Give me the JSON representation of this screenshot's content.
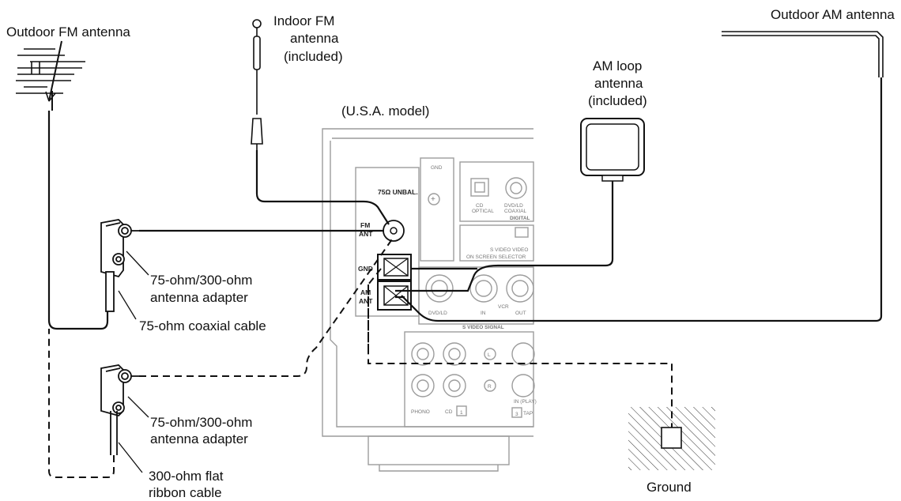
{
  "labels": {
    "outdoor_fm": "Outdoor FM antenna",
    "indoor_fm_1": "Indoor FM",
    "indoor_fm_2": "antenna",
    "indoor_fm_3": "(included)",
    "usa_model": "(U.S.A. model)",
    "am_loop_1": "AM loop",
    "am_loop_2": "antenna",
    "am_loop_3": "(included)",
    "outdoor_am": "Outdoor AM antenna",
    "adapter_top_1": "75-ohm/300-ohm",
    "adapter_top_2": "antenna adapter",
    "coax": "75-ohm coaxial cable",
    "adapter_bottom_1": "75-ohm/300-ohm",
    "adapter_bottom_2": "antenna adapter",
    "ribbon_1": "300-ohm flat",
    "ribbon_2": "ribbon cable",
    "ground": "Ground"
  },
  "panel": {
    "unbal": "75Ω UNBAL.",
    "fm_ant_1": "FM",
    "fm_ant_2": "ANT",
    "gnd": "GND",
    "am_ant_1": "AM",
    "am_ant_2": "ANT",
    "gnd_top": "GND",
    "cd": "CD",
    "optical": "OPTICAL",
    "dvd_ld": "DVD/LD",
    "coaxial": "COAXIAL",
    "digital": "DIGITAL",
    "svideo_video": "S VIDEO  VIDEO",
    "on_screen": "ON SCREEN SELECTOR",
    "dvd_ld_2": "DVD/LD",
    "in": "IN",
    "vcr": "VCR",
    "out": "OUT",
    "s_video_signal": "S VIDEO SIGNAL",
    "l": "L",
    "r": "R",
    "phono": "PHONO",
    "cd2": "CD",
    "one": "1",
    "three": "3",
    "in_play": "IN (PLAY)",
    "tape": "TAP"
  }
}
